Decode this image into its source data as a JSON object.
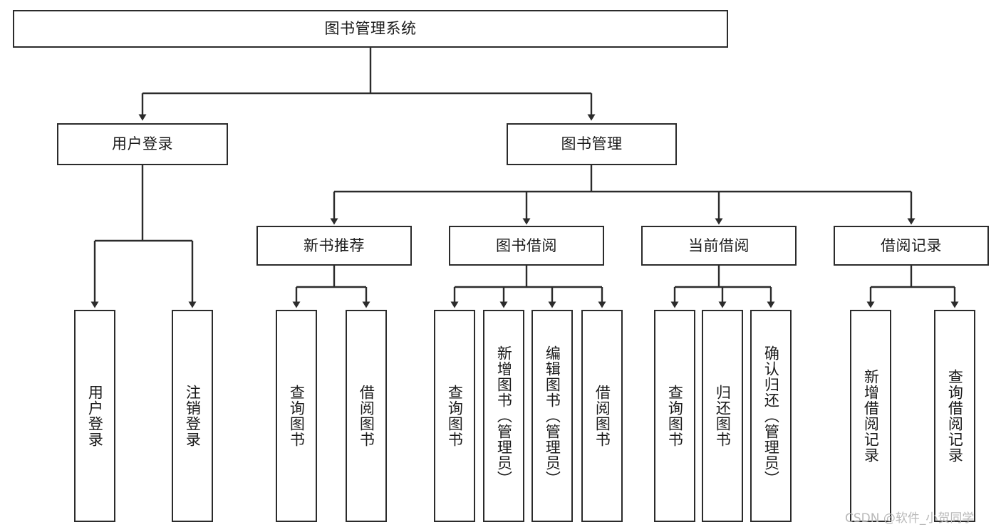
{
  "diagram": {
    "title": "图书管理系统",
    "type": "tree-hierarchy",
    "style": {
      "box_border_color": "#2b2b2b",
      "box_fill_color": "#ffffff",
      "line_color": "#2b2b2b",
      "text_color": "#1a1a1a",
      "background": "#ffffff"
    },
    "root": {
      "label": "图书管理系统"
    },
    "level2": [
      {
        "label": "用户登录"
      },
      {
        "label": "图书管理"
      }
    ],
    "level3": [
      {
        "label": "新书推荐"
      },
      {
        "label": "图书借阅"
      },
      {
        "label": "当前借阅"
      },
      {
        "label": "借阅记录"
      }
    ],
    "leaves": {
      "user_login": [
        {
          "label": "用户登录"
        },
        {
          "label": "注销登录"
        }
      ],
      "new_book_recommend": [
        {
          "label": "查询图书"
        },
        {
          "label": "借阅图书"
        }
      ],
      "book_borrow": [
        {
          "label": "查询图书"
        },
        {
          "label": "新增图书（管理员）"
        },
        {
          "label": "编辑图书（管理员）"
        },
        {
          "label": "借阅图书"
        }
      ],
      "current_borrow": [
        {
          "label": "查询图书"
        },
        {
          "label": "归还图书"
        },
        {
          "label": "确认归还（管理员）"
        }
      ],
      "borrow_record": [
        {
          "label": "新增借阅记录"
        },
        {
          "label": "查询借阅记录"
        }
      ]
    }
  },
  "watermark": {
    "text": "CSDN @软件_小贺同学"
  }
}
